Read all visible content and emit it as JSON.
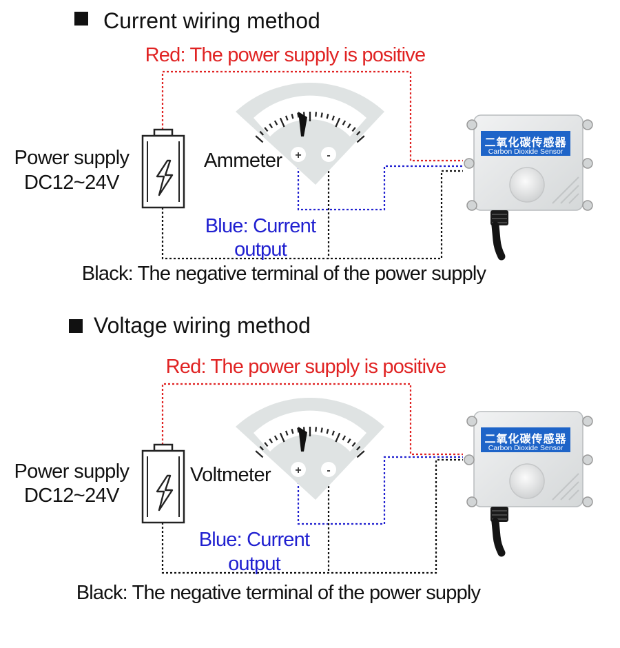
{
  "sections": [
    {
      "heading": "Current wiring method",
      "red_label": "Red: The power supply is positive",
      "power_label_1": "Power supply",
      "power_label_2": "DC12~24V",
      "meter_label": "Ammeter",
      "plus_sign": "+",
      "minus_sign": "-",
      "blue_label_1": "Blue: Current",
      "blue_label_2": "output",
      "black_label": "Black: The negative terminal of the power supply",
      "sensor_title_cn": "二氧化碳传感器",
      "sensor_title_en": "Carbon Dioxide Sensor"
    },
    {
      "heading": "Voltage wiring method",
      "red_label": "Red: The power supply is positive",
      "power_label_1": "Power supply",
      "power_label_2": "DC12~24V",
      "meter_label": "Voltmeter",
      "plus_sign": "+",
      "minus_sign": "-",
      "blue_label_1": "Blue: Current",
      "blue_label_2": "output",
      "black_label": "Black: The negative terminal of the power supply",
      "sensor_title_cn": "二氧化碳传感器",
      "sensor_title_en": "Carbon Dioxide Sensor"
    }
  ],
  "colors": {
    "red_wire": "#e02323",
    "blue_wire": "#2020d0",
    "black_wire": "#111111",
    "sensor_label_bg": "#1e64c8",
    "sensor_body": "#e4e6e7",
    "meter_body": "#dfe3e3"
  },
  "icons": {
    "battery": "battery-lightning-icon",
    "meter": "analog-meter-icon",
    "sensor": "co2-sensor-device",
    "bullet": "square-bullet-icon"
  }
}
